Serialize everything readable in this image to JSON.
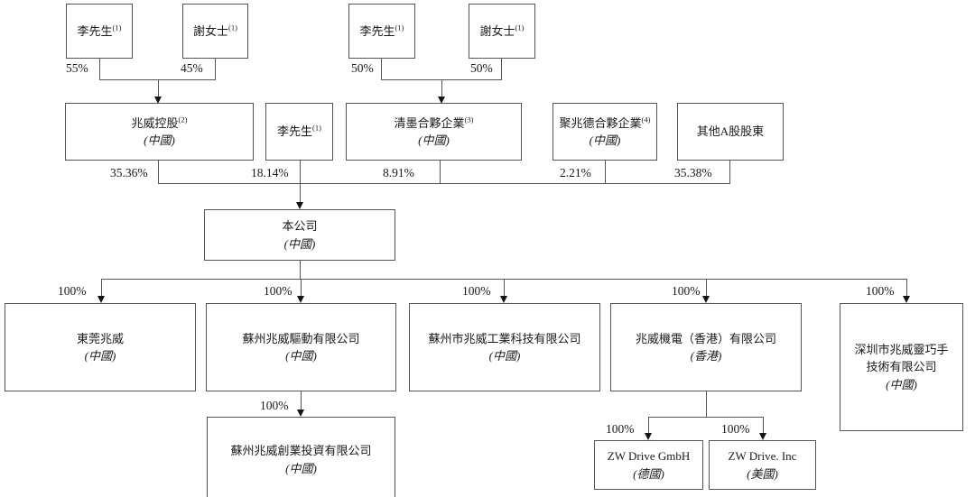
{
  "colors": {
    "background": "#ffffff",
    "line": "#555555",
    "arrow": "#141414",
    "text": "#1a1a1a"
  },
  "diagram": {
    "top": [
      {
        "name": "李先生",
        "sup": "(1)",
        "pct": "55%"
      },
      {
        "name": "謝女士",
        "sup": "(1)",
        "pct": "45%"
      },
      {
        "name": "李先生",
        "sup": "(1)",
        "pct": "50%"
      },
      {
        "name": "謝女士",
        "sup": "(1)",
        "pct": "50%"
      }
    ],
    "mid": [
      {
        "name": "兆威控股",
        "sup": "(2)",
        "country": "(中國)",
        "pct": "35.36%"
      },
      {
        "name": "李先生",
        "sup": "(1)",
        "country": "",
        "pct": "18.14%"
      },
      {
        "name": "清墨合夥企業",
        "sup": "(3)",
        "country": "(中國)",
        "pct": "8.91%"
      },
      {
        "name": "聚兆德合夥企業",
        "sup": "(4)",
        "country": "(中國)",
        "pct": "2.21%"
      },
      {
        "name": "其他A股股東",
        "sup": "",
        "country": "",
        "pct": "35.38%"
      }
    ],
    "company": {
      "name": "本公司",
      "country": "(中國)"
    },
    "subs": [
      {
        "name": "東莞兆威",
        "country": "(中國)",
        "pct": "100%"
      },
      {
        "name": "蘇州兆威驅動有限公司",
        "country": "(中國)",
        "pct": "100%"
      },
      {
        "name": "蘇州市兆威工業科技有限公司",
        "country": "(中國)",
        "pct": "100%"
      },
      {
        "name": "兆威機電（香港）有限公司",
        "country": "(香港)",
        "pct": "100%"
      },
      {
        "name": "深圳市兆威靈巧手技術有限公司",
        "country": "(中國)",
        "pct": "100%"
      }
    ],
    "grandsubs": [
      {
        "name": "蘇州兆威創業投資有限公司",
        "country": "(中國)",
        "pct": "100%"
      },
      {
        "name": "ZW Drive GmbH",
        "country": "(德國)",
        "pct": "100%"
      },
      {
        "name": "ZW Drive. Inc",
        "country": "(美國)",
        "pct": "100%"
      }
    ]
  }
}
